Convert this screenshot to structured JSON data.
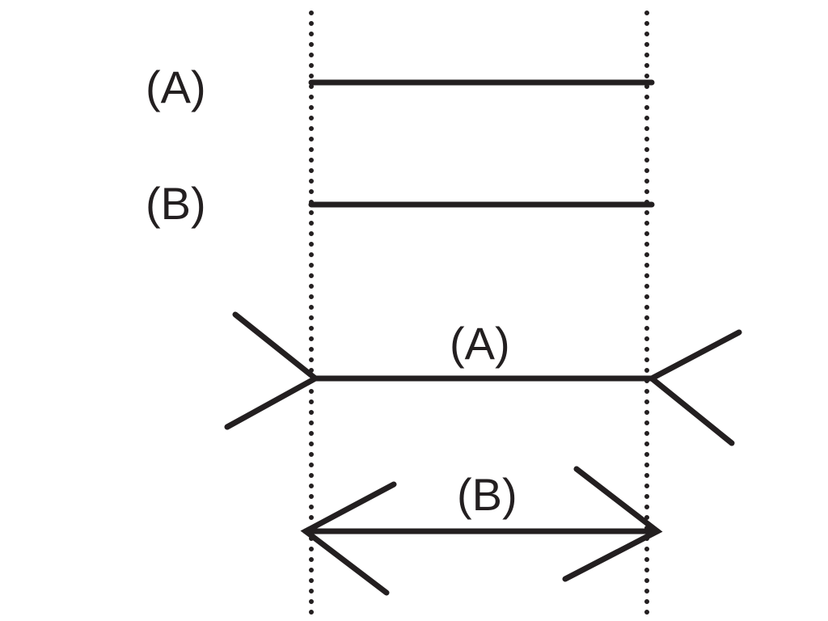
{
  "colors": {
    "ink": "#231f20",
    "background": "#ffffff"
  },
  "figure": {
    "top_pair": {
      "label_a": "(A)",
      "label_b": "(B)"
    },
    "bottom_pair": {
      "label_a": "(A)",
      "label_b": "(B)"
    }
  }
}
